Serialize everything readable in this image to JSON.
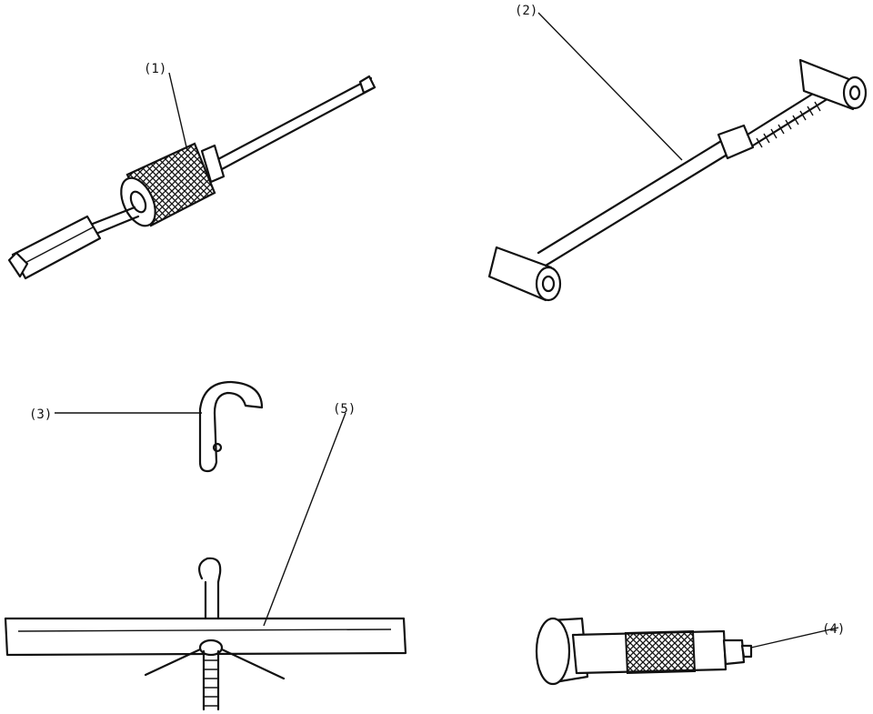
{
  "callouts": [
    {
      "id": "tool-1",
      "label": "(1)"
    },
    {
      "id": "tool-2",
      "label": "(2)"
    },
    {
      "id": "tool-3",
      "label": "(3)"
    },
    {
      "id": "tool-4",
      "label": "(4)"
    },
    {
      "id": "tool-5",
      "label": "(5)"
    }
  ],
  "colors": {
    "ink": "#111111",
    "paper": "#ffffff"
  }
}
